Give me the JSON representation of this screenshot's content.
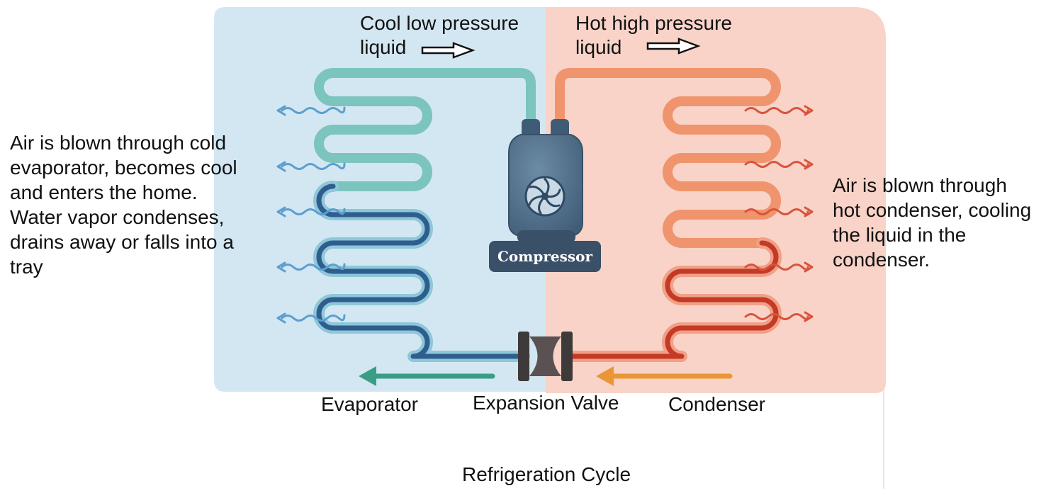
{
  "labels": {
    "cool_low_pressure": "Cool low pressure\nliquid",
    "hot_high_pressure": "Hot high pressure\nliquid",
    "left_description": "Air is blown through cold\nevaporator, becomes cool\nand enters the home.\nWater vapor condenses,\ndrains away or falls into a\ntray",
    "right_description": "Air is blown through\nhot condenser, cooling\nthe liquid in the\ncondenser.",
    "evaporator": "Evaporator",
    "expansion_valve": "Expansion Valve",
    "condenser": "Condenser",
    "compressor": "Compressor",
    "caption": "Refrigeration Cycle"
  },
  "colors": {
    "cold_panel": "#d3e7f2",
    "hot_panel": "#f9d3c7",
    "cold_pipe_light": "#7cc4be",
    "cold_pipe_dark": "#2f5e8e",
    "hot_pipe_light": "#f0946d",
    "hot_pipe_dark": "#c43a26",
    "cold_arrow": "#3a9d86",
    "hot_arrow": "#ea9636",
    "cold_air": "#5b9fd1",
    "hot_air": "#d9533c",
    "compressor_body": "#4b6b86",
    "compressor_label_bg": "#3a5068"
  }
}
